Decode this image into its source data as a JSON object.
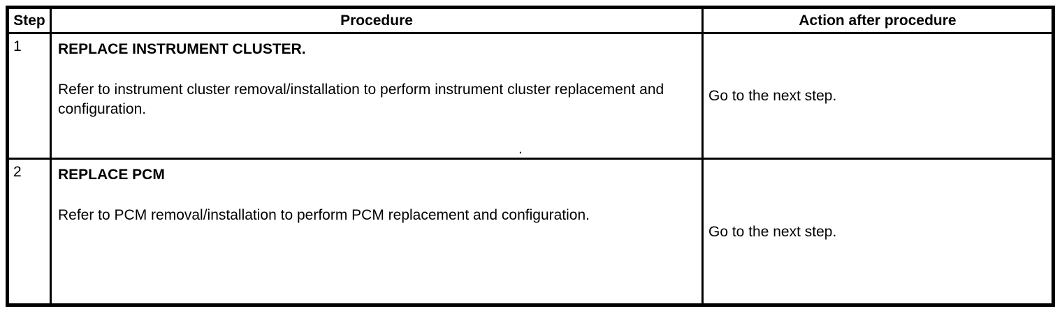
{
  "colors": {
    "border": "#000000",
    "background": "#ffffff",
    "text": "#000000"
  },
  "table": {
    "columns": [
      {
        "label": "Step"
      },
      {
        "label": "Procedure"
      },
      {
        "label": "Action after procedure"
      }
    ],
    "rows": [
      {
        "step": "1",
        "procedure_title": "REPLACE INSTRUMENT CLUSTER.",
        "procedure_body": "Refer to instrument cluster removal/installation to perform instrument cluster replacement and configuration.",
        "action": "Go to the next step."
      },
      {
        "step": "2",
        "procedure_title": "REPLACE PCM",
        "procedure_body": "Refer to PCM removal/installation to perform PCM replacement and configuration.",
        "action": "Go to the next step."
      }
    ]
  },
  "artifact_dot": "."
}
